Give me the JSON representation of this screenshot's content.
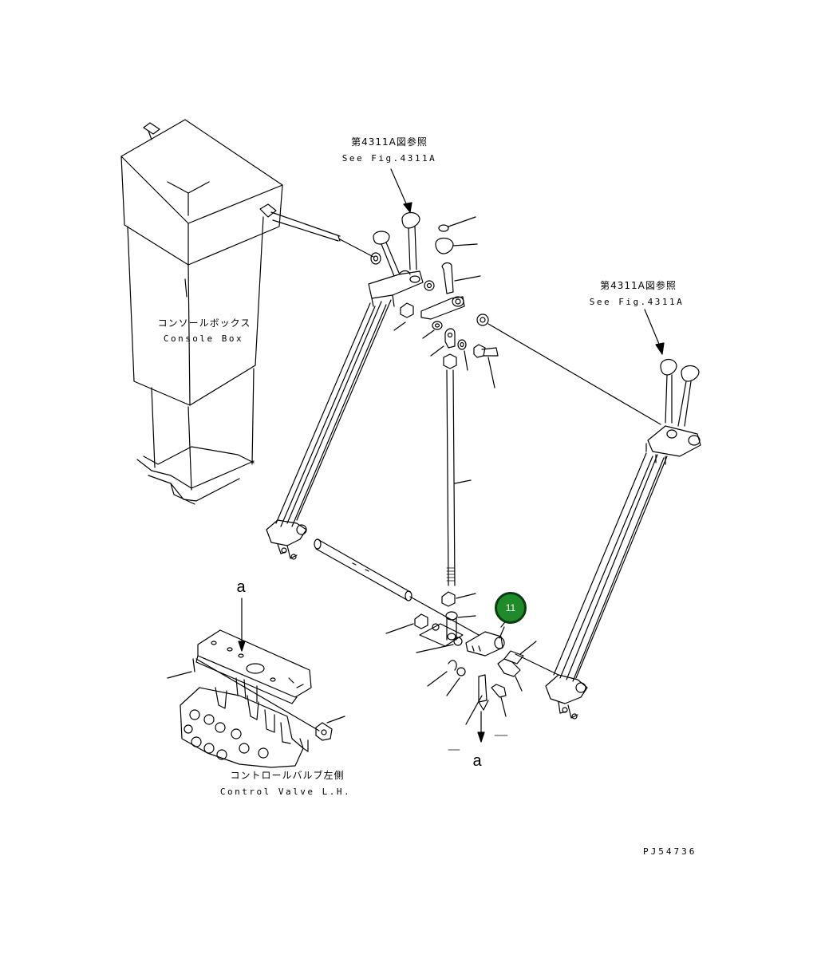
{
  "figure": {
    "drawing_code": "PJ54736"
  },
  "labels": {
    "ref_top_jp": "第4311A図参照",
    "ref_top_en": "See Fig.4311A",
    "ref_right_jp": "第4311A図参照",
    "ref_right_en": "See Fig.4311A",
    "console_jp": "コンソールボックス",
    "console_en": "Console Box",
    "valve_jp": "コントロールバルブ左側",
    "valve_en": "Control Valve L.H.",
    "view_a_top": "a",
    "view_a_bottom": "a"
  },
  "callouts": [
    {
      "number": "11",
      "color": "#1e8b2a"
    }
  ],
  "colors": {
    "line": "#000000",
    "background": "#ffffff",
    "callout_fill": "#1e8b2a"
  }
}
